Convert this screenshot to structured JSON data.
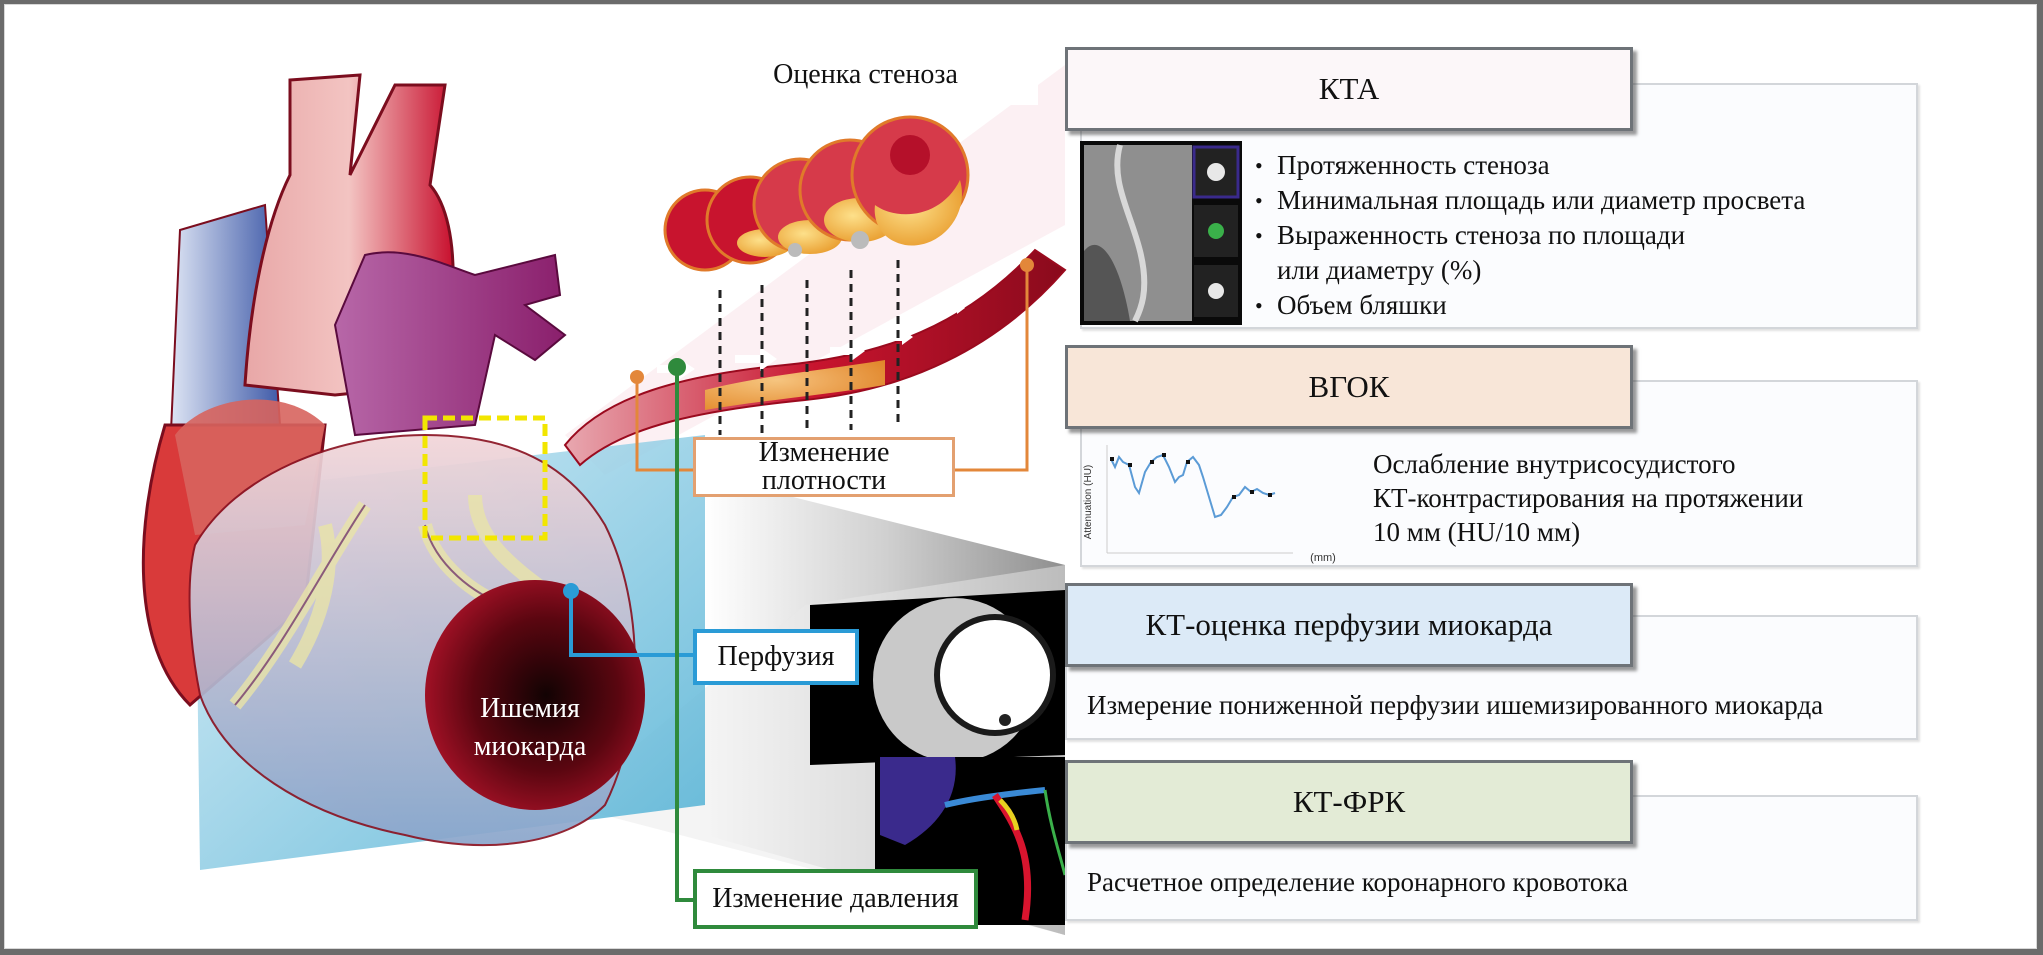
{
  "diagram": {
    "stenosis_assessment_label": "Оценка стеноза",
    "density_change_label": "Изменение плотности",
    "perfusion_label": "Перфузия",
    "pressure_change_label": "Изменение давления",
    "ischemia_label": "Ишемия миокарда"
  },
  "panels": [
    {
      "title": "КТА",
      "header_color": "#fcf7f9",
      "bullets": [
        "Протяженность стеноза",
        "Минимальная площадь или диаметр просвета",
        "Выраженность стеноза по площади",
        "или диаметру (%)",
        "Объем бляшки"
      ]
    },
    {
      "title": "ВГОК",
      "header_color": "#f8e6d8",
      "description": [
        "Ослабление внутрисосудистого",
        "КТ-контрастирования на протяжении",
        "10 мм (HU/10 мм)"
      ],
      "mini_chart": {
        "ylabel": "Attenuation (HU)",
        "xlabel": "(mm)"
      }
    },
    {
      "title": "КТ-оценка перфузии миокарда",
      "header_color": "#dceaf7",
      "description": "Измерение пониженной перфузии ишемизированного миокарда"
    },
    {
      "title": "КТ-ФРК",
      "header_color": "#e3ebd6",
      "description": "Расчетное определение коронарного кровотока"
    }
  ],
  "colors": {
    "density_line": "#e3873a",
    "perfusion_line": "#2a9bd6",
    "pressure_line": "#2f8a3c",
    "roi_box": "#f2e600"
  }
}
